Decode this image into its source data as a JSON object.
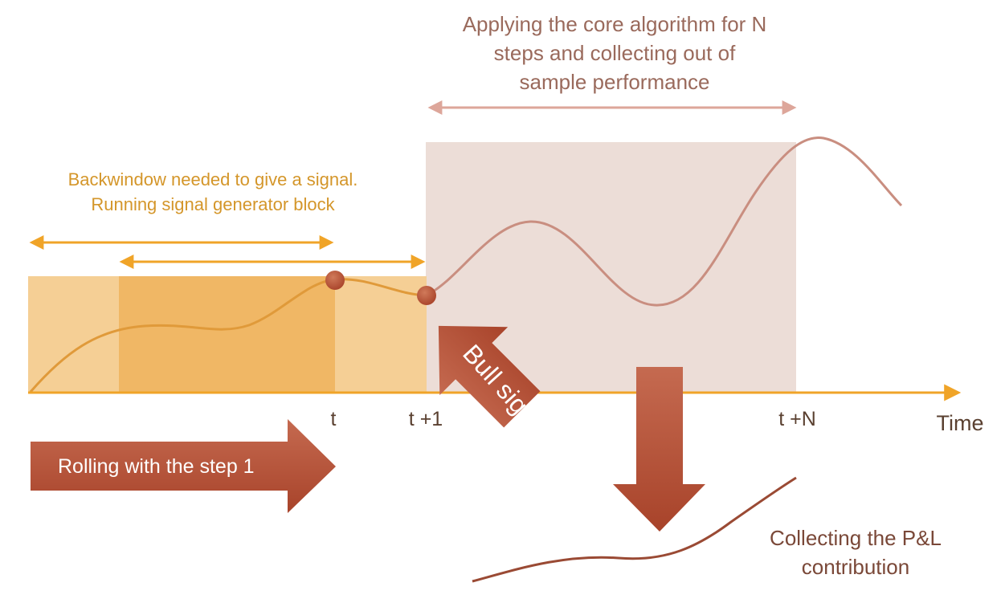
{
  "top_label": {
    "line1": "Applying the core algorithm for N",
    "line2": "steps and collecting out of",
    "line3": "sample performance"
  },
  "back_label": {
    "line1": "Backwindow needed to give a signal.",
    "line2": "Running signal generator block"
  },
  "axis": {
    "tick_t": "t",
    "tick_t1": "t +1",
    "tick_tn": "t +N",
    "time_label": "Time"
  },
  "rolling_label": "Rolling with the step 1",
  "bull_label": "Bull signal",
  "pnl_label": {
    "line1": "Collecting the P&L",
    "line2": "contribution"
  },
  "colors": {
    "orange": "#f0a428",
    "orange_light": "#f5cf95",
    "orange_mid": "#f0b765",
    "rust": "#b34e33",
    "pink_panel": "#ecddd7",
    "pink_line": "#cf9a8b"
  }
}
